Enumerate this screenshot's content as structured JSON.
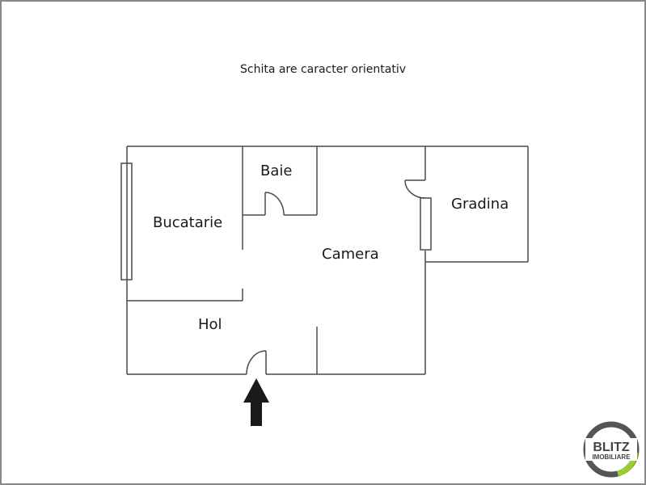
{
  "note": "Schita are caracter orientativ",
  "rooms": [
    {
      "id": "bucatarie",
      "label": "Bucatarie"
    },
    {
      "id": "baie",
      "label": "Baie"
    },
    {
      "id": "camera",
      "label": "Camera"
    },
    {
      "id": "gradina",
      "label": "Gradina"
    },
    {
      "id": "hol",
      "label": "Hol"
    }
  ],
  "entrance": {
    "icon": "arrow-up-icon",
    "color": "#1a1a1a"
  },
  "logo": {
    "line1": "BLITZ",
    "line2": "IMOBILIARE",
    "ring_color": "#555555",
    "accent_color": "#9acd32"
  },
  "colors": {
    "wall": "#4a4a4a",
    "frame": "#888888",
    "text": "#1a1a1a"
  }
}
